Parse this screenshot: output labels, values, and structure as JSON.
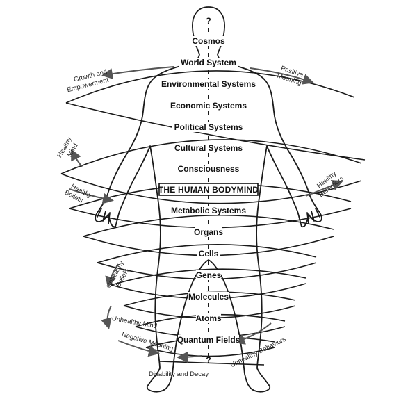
{
  "diagram": {
    "top_mark": "?",
    "bottom_mark": "?",
    "levels": [
      "Cosmos",
      "World System",
      "Environmental Systems",
      "Economic Systems",
      "Political Systems",
      "Cultural Systems",
      "Consciousness",
      "THE HUMAN BODYMIND",
      "Metabolic Systems",
      "Organs",
      "Cells",
      "Genes",
      "Molecules",
      "Atoms",
      "Quantum Fields"
    ],
    "center_level": "THE HUMAN BODYMIND",
    "side_labels": {
      "growth_line1": "Growth and",
      "growth_line2": "Empowerment",
      "positive_line1": "Positive",
      "positive_line2": "Meaning",
      "healthy_mind_line1": "Healthy",
      "healthy_mind_line2": "Mind",
      "healthy_beliefs_line1": "Healthy",
      "healthy_beliefs_line2": "Beliefs",
      "healthy_behaviors_line1": "Healthy",
      "healthy_behaviors_line2": "Behaviors",
      "unhealthy_beliefs_line1": "Unhealthy",
      "unhealthy_beliefs_line2": "Beliefs",
      "unhealthy_mind": "Unhealthy Mind",
      "unhealthy_behaviors": "Unhealthy Behaviors",
      "negative_meaning": "Negative Meaning",
      "disability": "Disability and Decay"
    }
  }
}
